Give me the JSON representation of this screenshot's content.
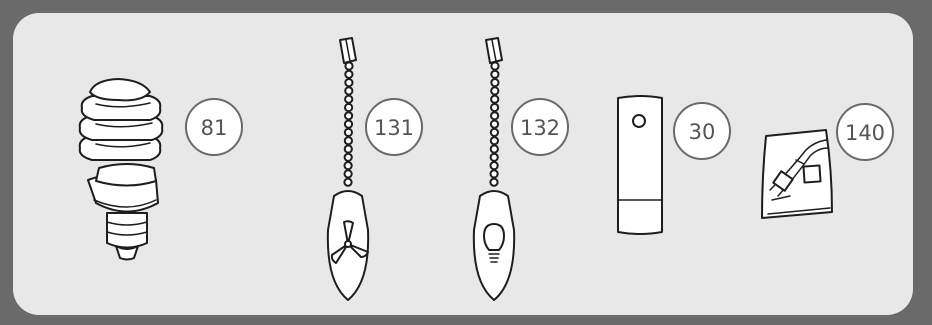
{
  "colors": {
    "frame": "#6a6a6a",
    "panel": "#e8e8e8",
    "line": "#1e1e1e",
    "callout": "#555555"
  },
  "parts": [
    {
      "id": "bulb",
      "icon": "cfl-bulb-icon",
      "callout": "81"
    },
    {
      "id": "fan-pull-chain",
      "icon": "fan-pull-chain-icon",
      "callout": "131"
    },
    {
      "id": "light-pull-chain",
      "icon": "light-pull-chain-icon",
      "callout": "132"
    },
    {
      "id": "remote-transmitter",
      "icon": "remote-transmitter-icon",
      "callout": "30"
    },
    {
      "id": "hardware-bag",
      "icon": "hardware-bag-icon",
      "callout": "140"
    }
  ]
}
